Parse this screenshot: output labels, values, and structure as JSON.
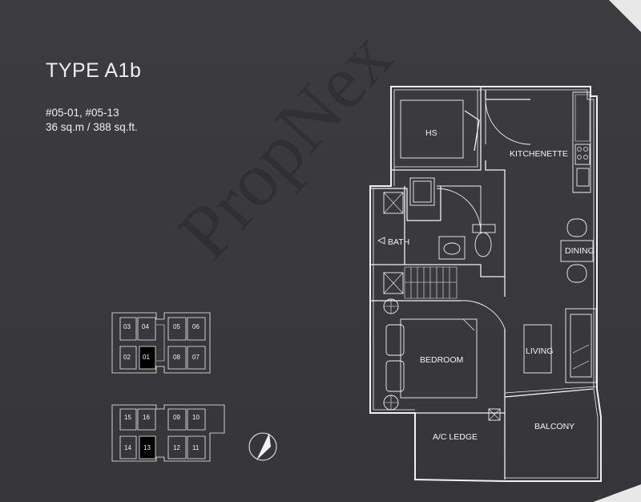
{
  "header": {
    "title": "TYPE A1b",
    "units": "#05-01, #05-13",
    "area": "36 sq.m / 388 sq.ft."
  },
  "rooms": {
    "hs": "HS",
    "kitchenette": "KITCHENETTE",
    "bath": "BATH",
    "dining": "DINING",
    "bedroom": "BEDROOM",
    "living": "LIVING",
    "ac_ledge": "A/C LEDGE",
    "balcony": "BALCONY"
  },
  "key_plan": {
    "upper_block": [
      "03",
      "04",
      "05",
      "06",
      "02",
      "01",
      "08",
      "07"
    ],
    "lower_block": [
      "15",
      "16",
      "09",
      "10",
      "14",
      "13",
      "12",
      "11"
    ],
    "highlighted": [
      "01",
      "13"
    ]
  },
  "watermark": "PropNex",
  "colors": {
    "background": "#3a3a3c",
    "line": "#f2f2f2",
    "highlight_unit": "#000000"
  }
}
